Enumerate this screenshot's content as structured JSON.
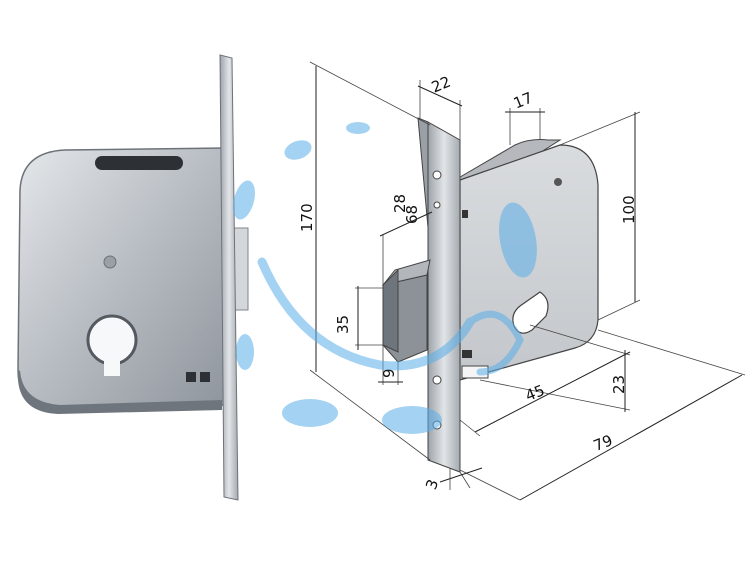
{
  "dimensions": {
    "faceplate_width": "22",
    "case_depth": "17",
    "backset_upper": "28",
    "backset_lower": "68",
    "height_total": "170",
    "case_height": "100",
    "bolt_height": "35",
    "bolt_throw": "9",
    "center_distance": "45",
    "cylinder_offset": "23",
    "case_width": "79",
    "faceplate_thickness": "3"
  },
  "colors": {
    "metal_light": "#c8ccd0",
    "metal_mid": "#a9aeb4",
    "metal_dark": "#7d838a",
    "watermark": "#5aaee8",
    "outline": "#333333"
  }
}
